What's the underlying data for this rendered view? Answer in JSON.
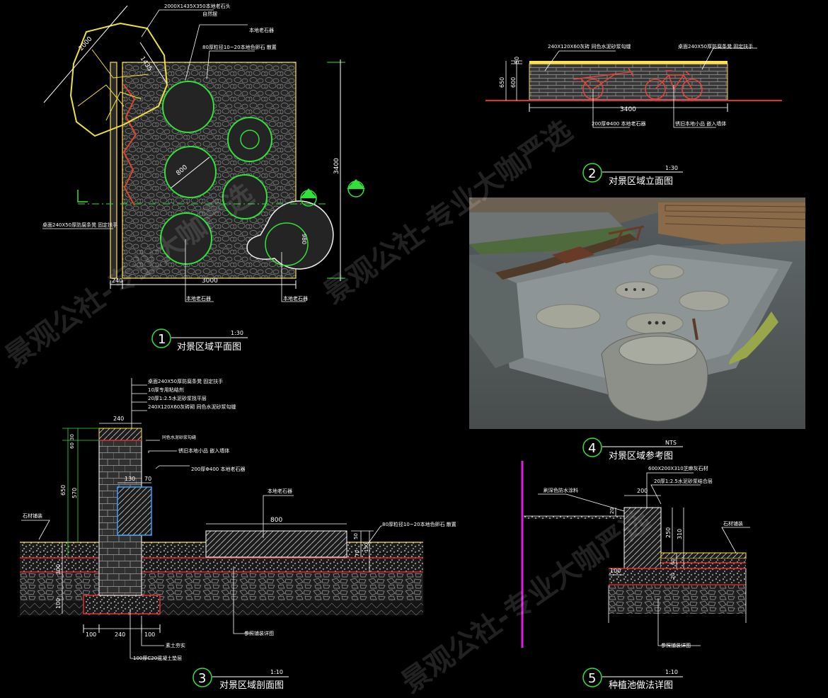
{
  "plan": {
    "boulder_dims": "2000X1435X350本地老石头",
    "boulder_sub": "自然摆",
    "boulder_w": "2000",
    "boulder_h": "1435",
    "label_old_stone": "本地老石器",
    "label_gravel": "80厚粒径10~20本地色卵石 散置",
    "dim_800": "800",
    "dim_3400": "3400",
    "dim_980": "980",
    "dim_240": "240",
    "dim_3000": "3000",
    "label_bench": "桌面240X50厚防腐条凳 固定扶手",
    "label_stone1": "本地老石器",
    "label_stone2": "本地老石器",
    "title": "对景区域平面图",
    "scale": "1:30",
    "number": "1"
  },
  "elev": {
    "label_wall": "240X120X60灰砖 同色水泥砂浆勾缝",
    "label_bench": "桌面240X50厚防腐条凳 固定扶手",
    "dim_50": "50",
    "dim_650": "650",
    "dim_600": "600",
    "dim_3400": "3400",
    "label_stone": "200厚Φ400 本地老石器",
    "label_art": "锈旧本地小品 嵌入墙体",
    "title": "对景区域立面图",
    "scale": "1:30",
    "number": "2"
  },
  "ref": {
    "scale": "NTS",
    "title": "对景区域参考图",
    "number": "4"
  },
  "section": {
    "notes": [
      "桌面240X50厚防腐条凳 固定扶手",
      "10厚专用粘结剂",
      "20厚1:2.5水泥砂浆找平层",
      "240X120X60灰砖砌 同色水泥砂浆勾缝"
    ],
    "dim_240_top": "240",
    "dim_30": "30",
    "dim_60": "60",
    "dim_650": "650",
    "dim_570": "570",
    "dim_130": "130",
    "dim_70": "70",
    "label_mortar": "同色水泥砂浆勾缝",
    "label_art": "锈旧本地小品 嵌入墙体",
    "label_stone": "200厚Φ400 本地老石器",
    "label_curb": "石材铺装",
    "label_old": "本地老石器",
    "dim_800": "800",
    "label_gravel": "80厚粒径10~20本地色卵石 散置",
    "dim_50": "50",
    "dim_70r": "70",
    "dim_150": "150",
    "dim_300": "300",
    "dim_100": "100",
    "dim_b1": "100",
    "dim_b2": "240",
    "dim_b3": "100",
    "label_soil": "素土夯实",
    "label_base": "100厚C20混凝土垫层",
    "label_pave": "参照铺装详图",
    "title": "对景区域剖面图",
    "scale": "1:10",
    "number": "3"
  },
  "planting": {
    "label_top": "600X200X310芝麻灰石材",
    "label_mortar": "20厚1:2.5水泥砂浆结合层",
    "label_paint": "刷深色防水涂料",
    "dim_200": "200",
    "dim_20": "20",
    "dim_250": "250",
    "dim_310": "310",
    "dim_60": "60",
    "dim_20b": "20",
    "dim_100": "100",
    "label_pave": "石材铺装",
    "label_ref": "参照铺装详图",
    "title": "种植池做法详图",
    "scale": "1:10",
    "number": "5"
  },
  "watermark": "景观公社-专业大咖严选"
}
